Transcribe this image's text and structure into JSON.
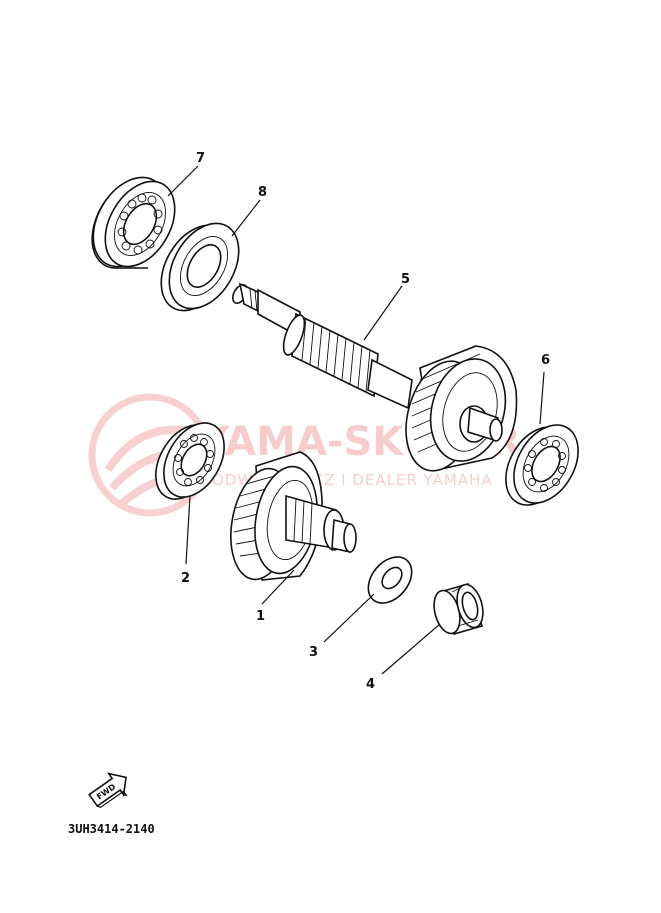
{
  "watermark": {
    "title": "YAMA-SKUTER",
    "subtitle": "ODWODOWICZ I DEALER YAMAHA",
    "color": "#e24b4b"
  },
  "callouts": [
    "1",
    "2",
    "3",
    "4",
    "5",
    "6",
    "7",
    "8"
  ],
  "direction_label": "FWD",
  "figure_code": "3UH3414-2140"
}
